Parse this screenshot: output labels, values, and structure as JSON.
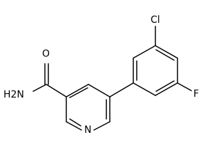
{
  "molecule": {
    "atom_labels": {
      "amide_oxygen": "O",
      "amide_nitrogen": "H2N",
      "pyridine_nitrogen": "N",
      "chlorine": "Cl",
      "fluorine": "F"
    }
  }
}
